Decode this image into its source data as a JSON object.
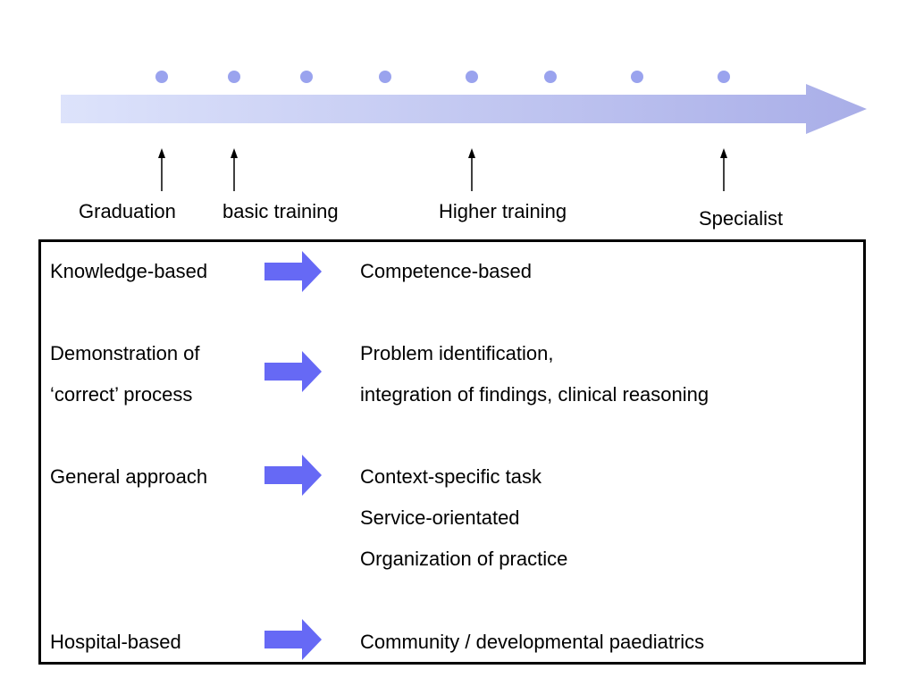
{
  "timeline": {
    "milestone_count": 8,
    "arrow_gradient": {
      "start": "#dde3fb",
      "end": "#a9aee8"
    },
    "dot_color": "#9aa3ee",
    "stages": [
      "Graduation",
      "basic training",
      "Higher training",
      "Specialist"
    ]
  },
  "comparison": {
    "arrow_color": "#6669f5",
    "rows": [
      {
        "from": [
          "Knowledge-based"
        ],
        "to": [
          "Competence-based"
        ]
      },
      {
        "from": [
          "Demonstration of",
          "‘correct’ process"
        ],
        "to": [
          "Problem identification,",
          "integration of findings, clinical reasoning"
        ]
      },
      {
        "from": [
          "General approach"
        ],
        "to": [
          "Context-specific task",
          "Service-orientated",
          "Organization of practice"
        ]
      },
      {
        "from": [
          "Hospital-based"
        ],
        "to": [
          "Community / developmental paediatrics"
        ]
      }
    ]
  }
}
